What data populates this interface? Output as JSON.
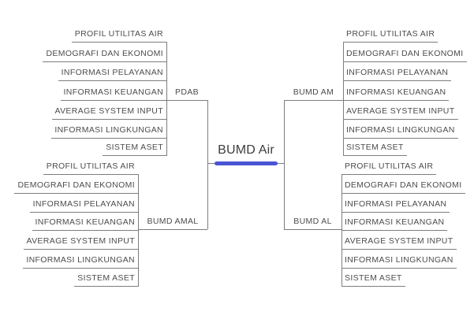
{
  "diagram": {
    "root": {
      "label": "BUMD Air"
    },
    "branches": [
      {
        "label": "PDAB",
        "items": [
          "PROFIL UTILITAS AIR",
          "DEMOGRAFI DAN EKONOMI",
          "INFORMASI PELAYANAN",
          "INFORMASI KEUANGAN",
          "AVERAGE SYSTEM INPUT",
          "INFORMASI LINGKUNGAN",
          "SISTEM ASET"
        ]
      },
      {
        "label": "BUMD AM",
        "items": [
          "PROFIL UTILITAS AIR",
          "DEMOGRAFI DAN EKONOMI",
          "INFORMASI PELAYANAN",
          "INFORMASI KEUANGAN",
          "AVERAGE SYSTEM INPUT",
          "INFORMASI LINGKUNGAN",
          "SISTEM ASET"
        ]
      },
      {
        "label": "BUMD AMAL",
        "items": [
          "PROFIL UTILITAS AIR",
          "DEMOGRAFI DAN EKONOMI",
          "INFORMASI PELAYANAN",
          "INFORMASI KEUANGAN",
          "AVERAGE SYSTEM INPUT",
          "INFORMASI LINGKUNGAN",
          "SISTEM ASET"
        ]
      },
      {
        "label": "BUMD AL",
        "items": [
          "PROFIL UTILITAS AIR",
          "DEMOGRAFI DAN EKONOMI",
          "INFORMASI PELAYANAN",
          "INFORMASI KEUANGAN",
          "AVERAGE SYSTEM INPUT",
          "INFORMASI LINGKUNGAN",
          "SISTEM ASET"
        ]
      }
    ],
    "colors": {
      "root_underline": "#4a55d6",
      "connector_line": "#7d7d7d",
      "node_text": "#4c4c4c",
      "background": "#ffffff"
    }
  }
}
